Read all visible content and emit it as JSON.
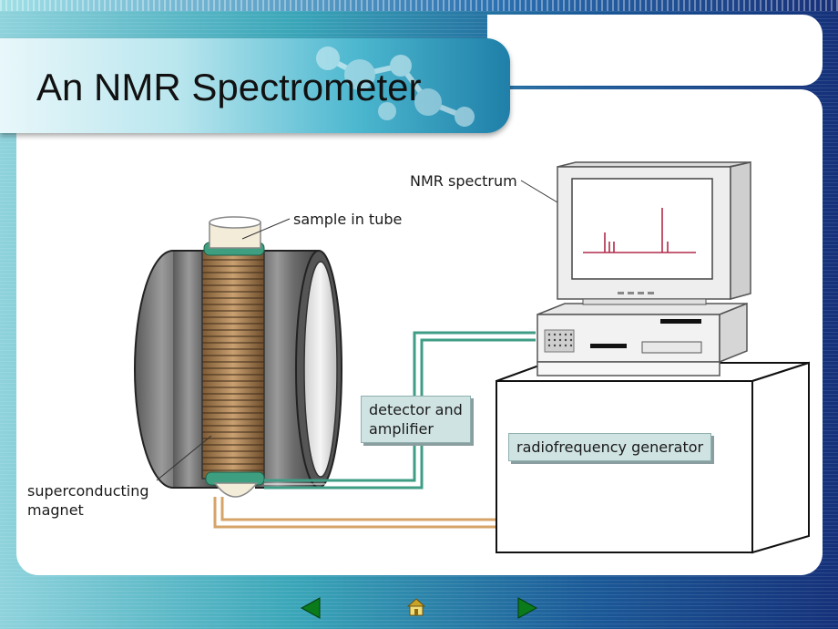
{
  "slide": {
    "title": "An NMR Spectrometer"
  },
  "labels": {
    "nmr_spectrum": "NMR spectrum",
    "sample_in_tube": "sample in tube",
    "detector_line1": "detector and",
    "detector_line2": "amplifier",
    "rf_generator": "radiofrequency generator",
    "magnet_line1": "superconducting",
    "magnet_line2": "magnet"
  },
  "nav": {
    "prev": "previous-arrow-icon",
    "home": "home-icon",
    "next": "next-arrow-icon"
  },
  "colors": {
    "detector_wire": "#3f9d86",
    "rf_wire": "#d6a468",
    "spectrum_line": "#b02a4a",
    "label_box": "#cfe3e2",
    "magnet_dark": "#555555",
    "coil": "#a67c52",
    "coil_end": "#3e9f80",
    "nav_arrow": "#0a7a1a"
  }
}
